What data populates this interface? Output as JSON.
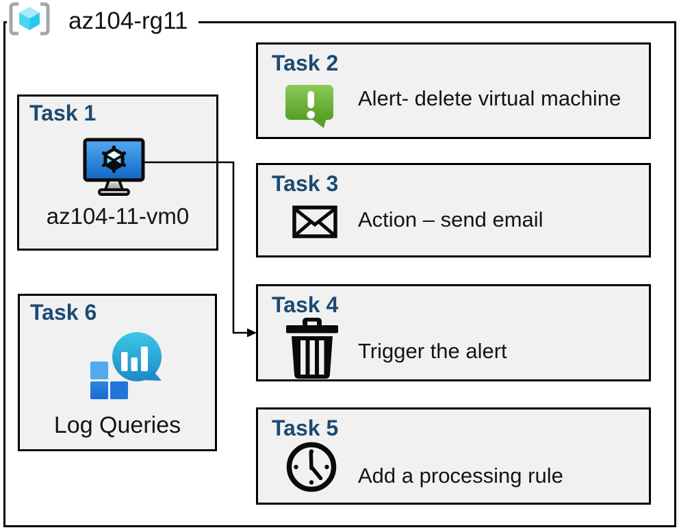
{
  "header": {
    "title": "az104-rg11",
    "icon": "resource-group-icon"
  },
  "tasks": [
    {
      "heading": "Task 1",
      "label": "az104-11-vm0",
      "icon": "virtual-machine-icon"
    },
    {
      "heading": "Task 2",
      "label": "Alert- delete virtual machine",
      "icon": "alert-message-icon"
    },
    {
      "heading": "Task 3",
      "label": "Action – send email",
      "icon": "email-envelope-icon"
    },
    {
      "heading": "Task 4",
      "label": "Trigger the alert",
      "icon": "trash-icon"
    },
    {
      "heading": "Task 5",
      "label": "Add a processing rule",
      "icon": "clock-icon"
    },
    {
      "heading": "Task 6",
      "label": "Log Queries",
      "icon": "log-queries-icon"
    }
  ],
  "connector": {
    "from": "Task 1",
    "to": "Task 4"
  },
  "colors": {
    "task_heading_blue": "#1b4a73",
    "box_background": "#f1f1f1",
    "box_border": "#000000",
    "alert_green_top": "#8dc857",
    "alert_green_bottom": "#55a025",
    "vm_screen_blue_top": "#54aaf0",
    "vm_screen_blue_bottom": "#1166c6",
    "log_bubble_cyan_top": "#3cc8e4",
    "log_bubble_cyan_bottom": "#1d88cb",
    "log_square_light_blue": "#54a9ec",
    "log_square_blue": "#2376d8",
    "rg_cube_top": "#a9e9f8",
    "rg_cube_left": "#4cd5f3",
    "rg_cube_right": "#28c9ee",
    "bracket_gray": "#a6a6a6"
  }
}
